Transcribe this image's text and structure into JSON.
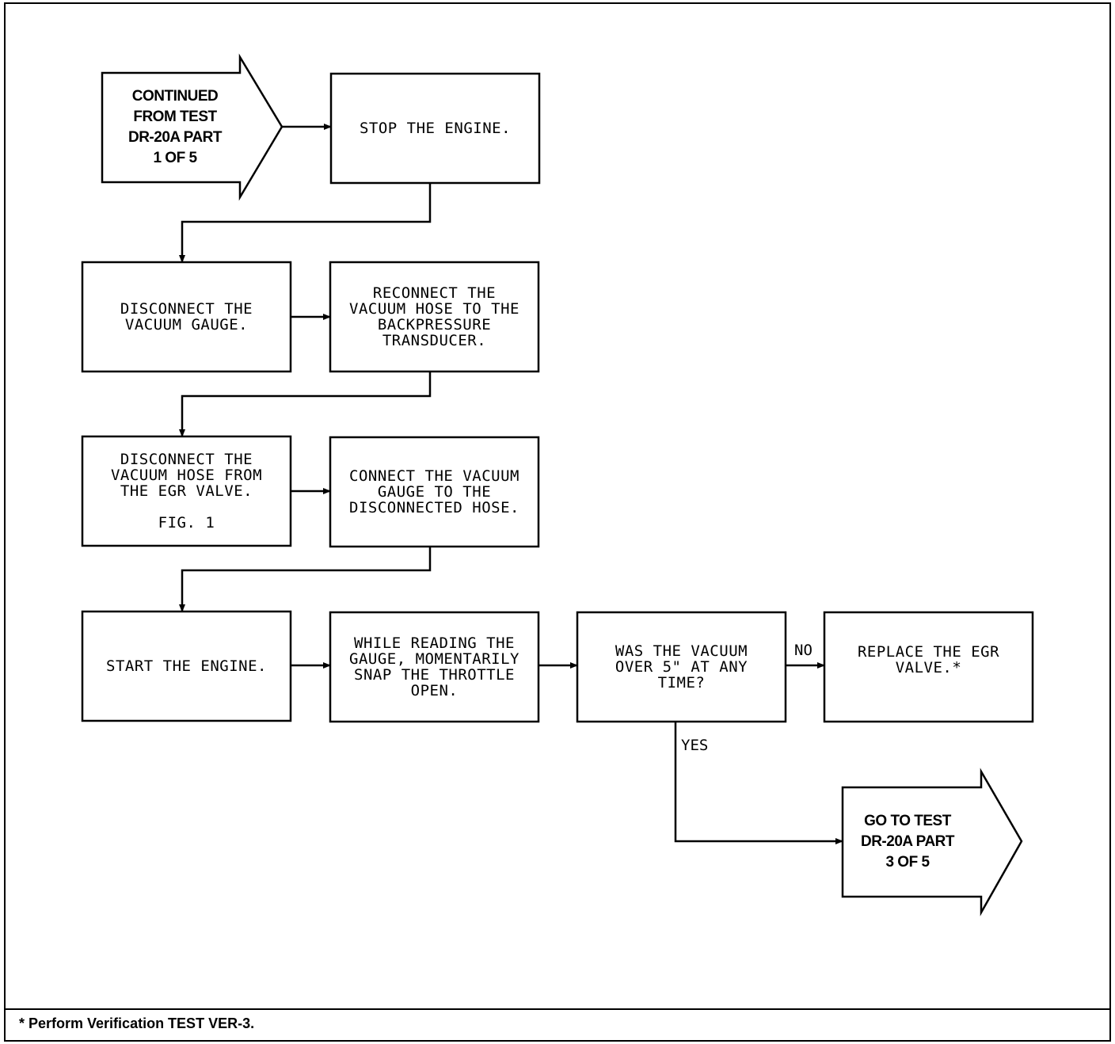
{
  "start": {
    "text": "CONTINUED\nFROM TEST\nDR-20A PART\n1 OF 5"
  },
  "steps": {
    "stop_engine": "STOP THE ENGINE.",
    "disconnect_gauge": "DISCONNECT THE\nVACUUM GAUGE.",
    "reconnect_hose": "RECONNECT THE\nVACUUM HOSE TO THE\nBACKPRESSURE\nTRANSDUCER.",
    "disconnect_hose": "DISCONNECT THE\nVACUUM HOSE FROM\nTHE EGR VALVE.",
    "fig_ref": "FIG. 1",
    "connect_gauge": "CONNECT THE VACUUM\nGAUGE TO THE\nDISCONNECTED HOSE.",
    "start_engine": "START THE ENGINE.",
    "snap_throttle": "WHILE READING THE\nGAUGE, MOMENTARILY\nSNAP THE THROTTLE\nOPEN.",
    "decision": "WAS THE VACUUM\nOVER 5\" AT ANY\nTIME?",
    "replace_egr": "REPLACE THE EGR\nVALVE.*"
  },
  "branches": {
    "no": "NO",
    "yes": "YES"
  },
  "goto": {
    "text": "GO TO TEST\nDR-20A PART\n3 OF 5"
  },
  "footnote": "* Perform Verification TEST VER-3."
}
